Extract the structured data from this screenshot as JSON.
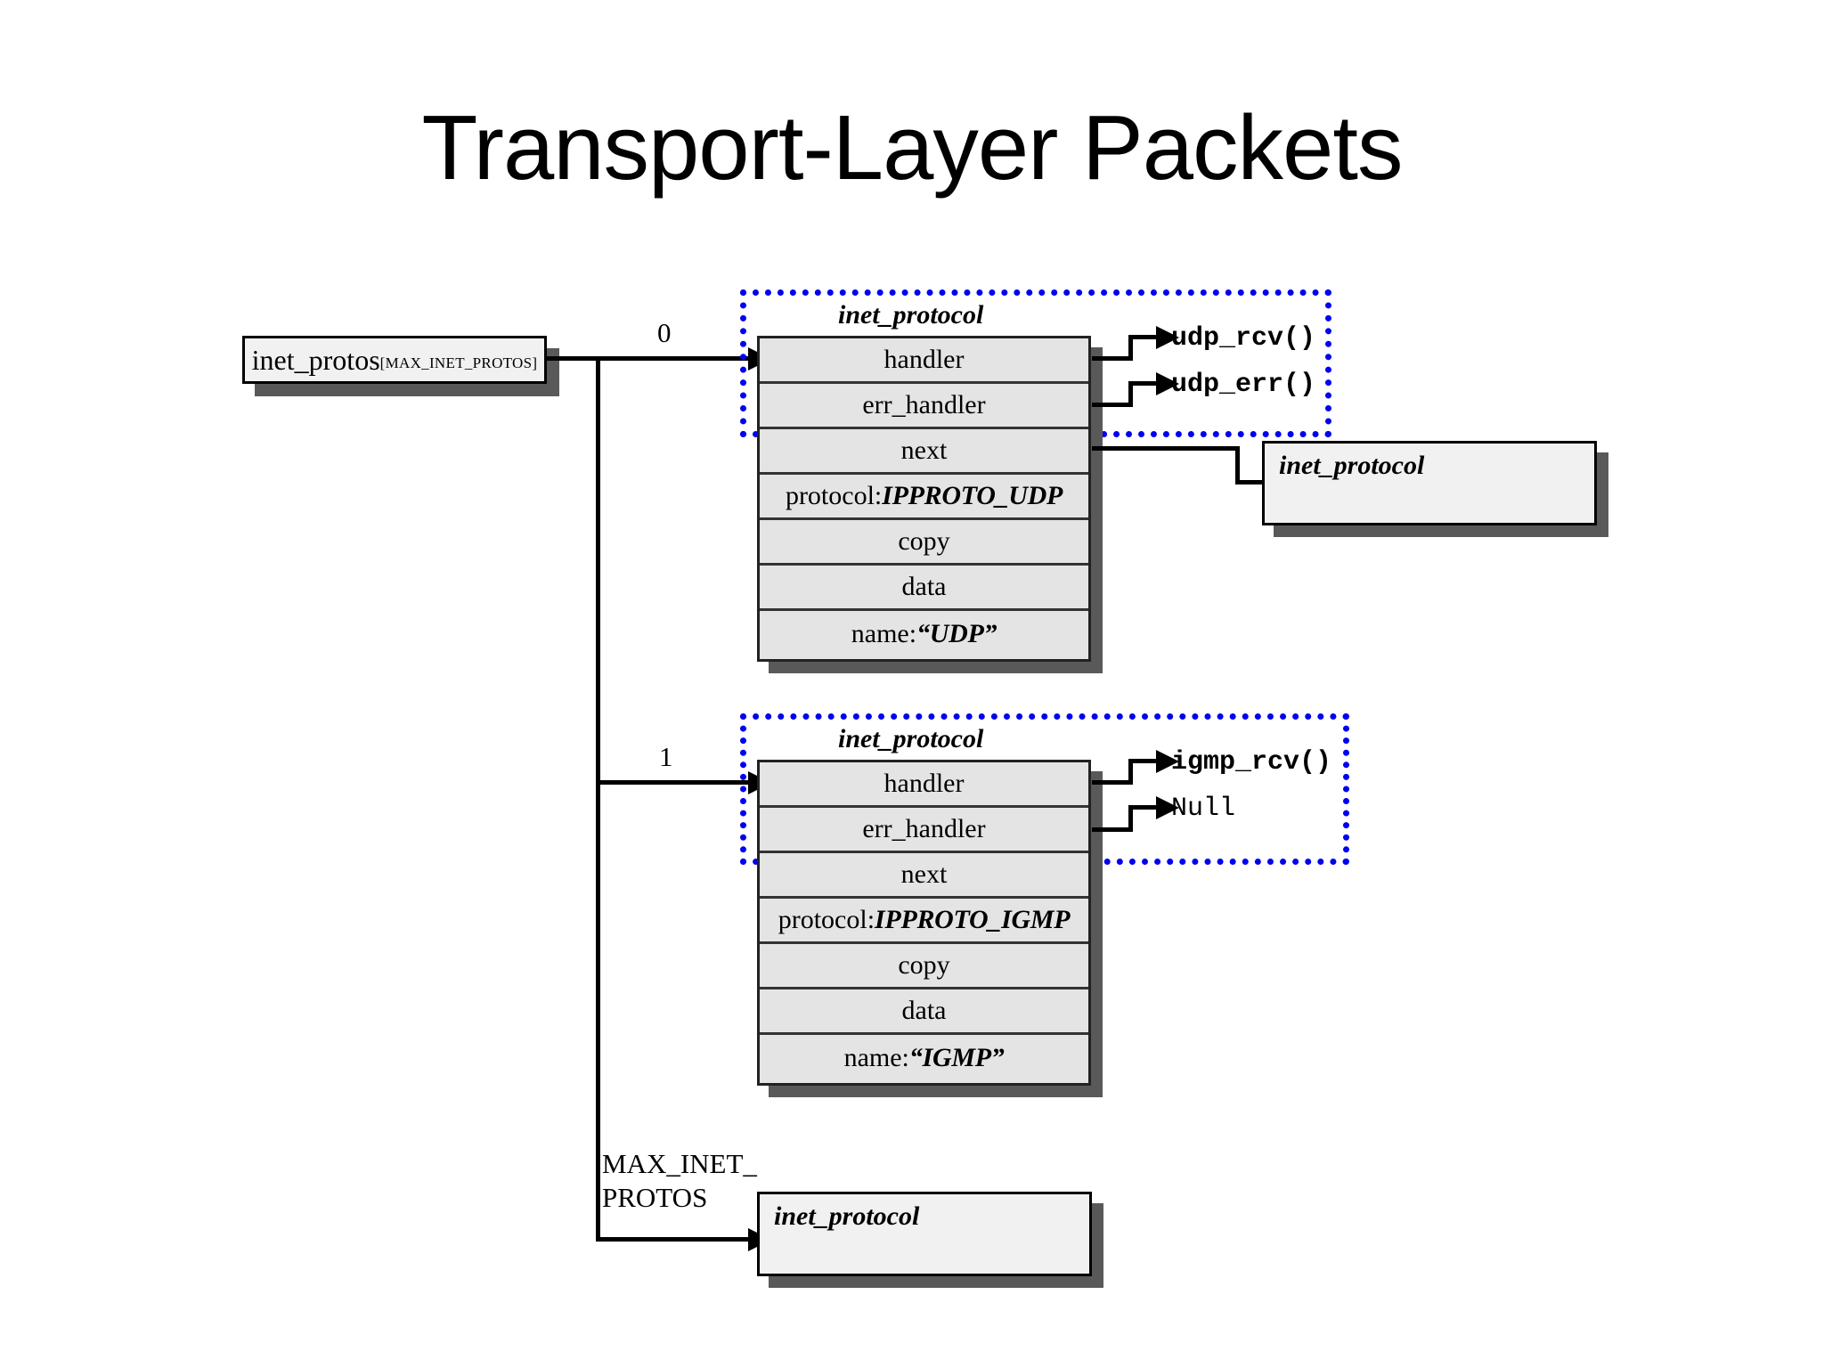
{
  "slide": {
    "title": "Transport-Layer Packets"
  },
  "array": {
    "name": "inet_protos",
    "subscript": "[MAX_INET_PROTOS]",
    "indices": {
      "zero": "0",
      "one": "1",
      "max_line1": "MAX_INET_",
      "max_line2": "PROTOS"
    }
  },
  "struct_label": "inet_protocol",
  "udp": {
    "label": "inet_protocol",
    "rows": [
      {
        "text": "handler"
      },
      {
        "text": "err_handler"
      },
      {
        "text": "next"
      },
      {
        "prefix": "protocol:",
        "value": "IPPROTO_UDP"
      },
      {
        "text": "copy"
      },
      {
        "text": "data"
      },
      {
        "prefix": "name:",
        "value": "“UDP”"
      }
    ],
    "handler_target": "udp_rcv()",
    "err_handler_target": "udp_err()"
  },
  "igmp": {
    "label": "inet_protocol",
    "rows": [
      {
        "text": "handler"
      },
      {
        "text": "err_handler"
      },
      {
        "text": "next"
      },
      {
        "prefix": "protocol:",
        "value": "IPPROTO_IGMP"
      },
      {
        "text": "copy"
      },
      {
        "text": "data"
      },
      {
        "prefix": "name:",
        "value": "“IGMP”"
      }
    ],
    "handler_target": "igmp_rcv()",
    "err_handler_target": "Null"
  },
  "next_box": {
    "label": "inet_protocol"
  },
  "last_box": {
    "label": "inet_protocol"
  },
  "colors": {
    "highlight": "#0000f0",
    "row_fill": "#e4e4e4",
    "box_fill": "#f1f1f1",
    "line": "#000000",
    "shadow": "#595959"
  }
}
